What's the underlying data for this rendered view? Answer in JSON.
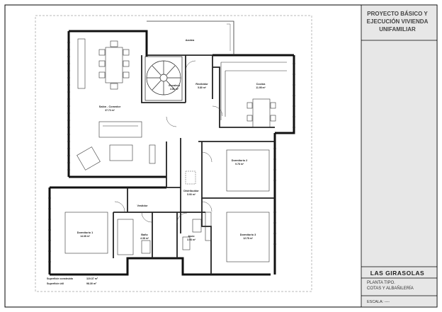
{
  "title_block": {
    "heading": "PROYECTO BÁSICO Y EJECUCIÓN VIVIENDA UNIFAMILIAR",
    "project": "LAS GIRASOLAS",
    "plan_line1": "PLANTA TIPO.",
    "plan_line2": "COTAS Y ALBAÑILERÍA",
    "scale": "ESCALA: ----"
  },
  "rooms": [
    {
      "id": "azotea",
      "name": "Azotea",
      "area": ""
    },
    {
      "id": "salon",
      "name": "Salón - Comedor",
      "area": "37.73 m²"
    },
    {
      "id": "escalera",
      "name": "Escalera",
      "area": "3.81 m²"
    },
    {
      "id": "recibidor",
      "name": "Recibidor",
      "area": "5.80 m²"
    },
    {
      "id": "cocina",
      "name": "Cocina",
      "area": "11.95 m²"
    },
    {
      "id": "dorm2",
      "name": "Dormitorio 2",
      "area": "9.78 m²"
    },
    {
      "id": "distribuidor",
      "name": "Distribuidor",
      "area": "5.90 m²"
    },
    {
      "id": "vestidor",
      "name": "Vestidor",
      "area": ""
    },
    {
      "id": "dorm1",
      "name": "Dormitorio 1",
      "area": "14.38 m²"
    },
    {
      "id": "bano",
      "name": "Baño",
      "area": "4.38 m²"
    },
    {
      "id": "aseo",
      "name": "Aseo",
      "area": "3.98 m²"
    },
    {
      "id": "dorm3",
      "name": "Dormitorio 3",
      "area": "12.78 m²"
    }
  ],
  "summary": {
    "built_label": "Superficie construida",
    "built_value": "119.37 m²",
    "useful_label": "Superficie útil",
    "useful_value": "98.30 m²"
  }
}
